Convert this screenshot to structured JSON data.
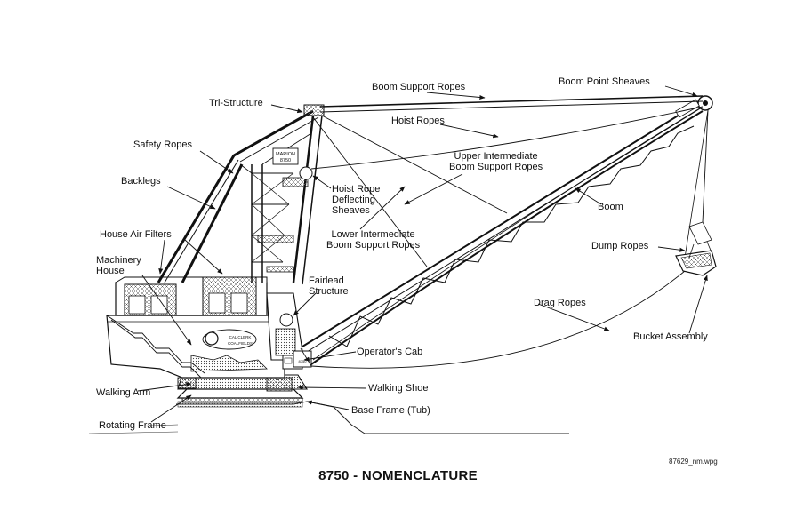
{
  "title": "8750 - NOMENCLATURE",
  "file_name": "87629_nm.wpg",
  "machine_badge": {
    "line1": "MARION",
    "line2": "8750"
  },
  "side_logo": {
    "line1": "CAL CLERK",
    "line2": "COALFIELDS"
  },
  "labels": {
    "boom_support_ropes": "Boom Support Ropes",
    "boom_point_sheaves": "Boom Point Sheaves",
    "tri_structure": "Tri-Structure",
    "hoist_ropes": "Hoist Ropes",
    "upper_intermediate_boom_support_ropes": "Upper Intermediate\nBoom Support Ropes",
    "safety_ropes": "Safety Ropes",
    "backlegs": "Backlegs",
    "hoist_rope_deflecting_sheaves": "Hoist Rope\nDeflecting\nSheaves",
    "boom": "Boom",
    "house_air_filters": "House Air Filters",
    "lower_intermediate_boom_support_ropes": "Lower Intermediate\nBoom Support Ropes",
    "dump_ropes": "Dump Ropes",
    "machinery_house": "Machinery\nHouse",
    "fairlead_structure": "Fairlead\nStructure",
    "drag_ropes": "Drag Ropes",
    "bucket_assembly": "Bucket Assembly",
    "operators_cab": "Operator's Cab",
    "walking_arm": "Walking Arm",
    "walking_shoe": "Walking Shoe",
    "base_frame": "Base Frame (Tub)",
    "rotating_frame": "Rotating Frame"
  }
}
